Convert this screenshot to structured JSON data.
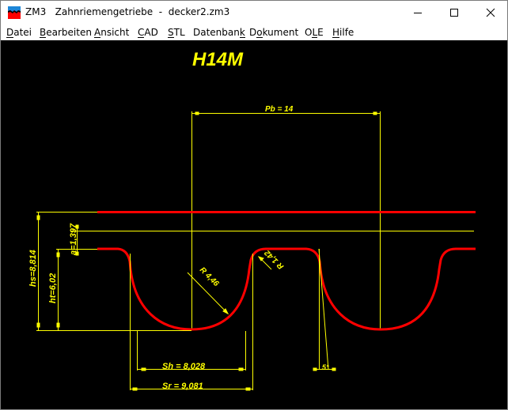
{
  "window": {
    "app_short": "ZM3",
    "title": "Zahnriemengetriebe  -  decker2.zm3",
    "minimize_icon": "minimize-icon",
    "maximize_icon": "maximize-icon",
    "close_icon": "close-icon"
  },
  "menu": {
    "items": [
      {
        "label": "Datei",
        "mnemonic": "D"
      },
      {
        "label": "Bearbeiten",
        "mnemonic": "B"
      },
      {
        "label": "Ansicht",
        "mnemonic": "A"
      },
      {
        "label": "CAD",
        "mnemonic": "C"
      },
      {
        "label": "STL",
        "mnemonic": "S"
      },
      {
        "label": "Datenbank",
        "mnemonic": "k"
      },
      {
        "label": "Dokument",
        "mnemonic": "o"
      },
      {
        "label": "OLE",
        "mnemonic": "L"
      },
      {
        "label": "Hilfe",
        "mnemonic": "H"
      }
    ]
  },
  "drawing": {
    "profile_name": "H14M",
    "labels": {
      "pitch": "Pb = 14",
      "hs": "hs=8,814",
      "ht": "ht=6,02",
      "a": "a=1,397",
      "r_large": "R 4,46",
      "r_small": "R 1,42",
      "sh": "Sh = 8,028",
      "sr": "Sr = 9,081",
      "angle": "5°"
    },
    "colors": {
      "background": "#000000",
      "dimension": "#ffff00",
      "profile": "#ff0000"
    }
  }
}
